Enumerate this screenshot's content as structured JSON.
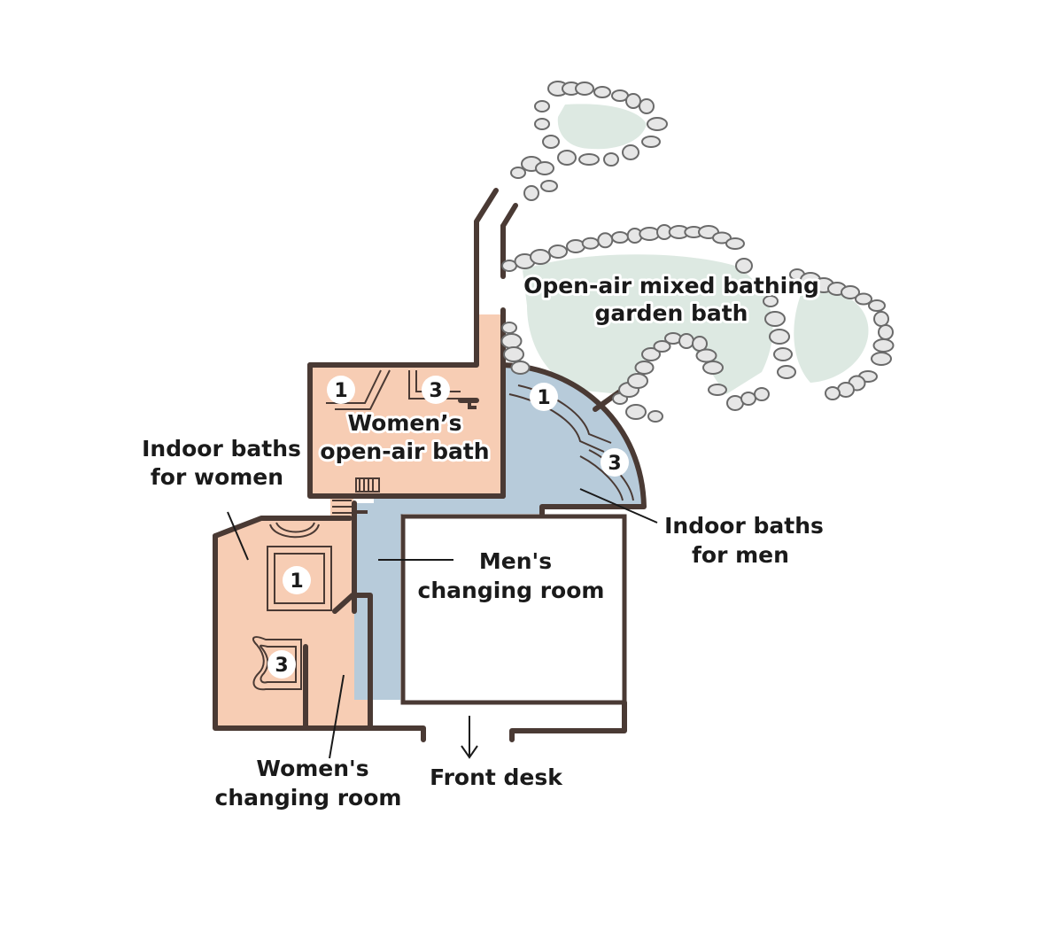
{
  "labels": {
    "mixed_bath_line1": "Open-air mixed bathing",
    "mixed_bath_line2": "garden bath",
    "womens_open_air_line1": "Women’s",
    "womens_open_air_line2": "open-air bath",
    "indoor_women_line1": "Indoor baths",
    "indoor_women_line2": "for women",
    "mens_changing_line1": "Men's",
    "mens_changing_line2": "changing room",
    "indoor_men_line1": "Indoor baths",
    "indoor_men_line2": "for men",
    "womens_changing_line1": "Women's",
    "womens_changing_line2": "changing room",
    "front_desk": "Front desk"
  },
  "markers": {
    "womens_open_air_a": "1",
    "womens_open_air_b": "3",
    "mens_indoor_a": "1",
    "mens_indoor_b": "3",
    "womens_indoor_a": "1",
    "womens_indoor_b": "3"
  },
  "colors": {
    "women_area": "#f7cdb4",
    "men_area": "#b7cbda",
    "hot_water": "#dde9e2",
    "wall": "#4a3a34",
    "stone_fill": "#e6e6e6",
    "stone_stroke": "#6a6a6a"
  }
}
